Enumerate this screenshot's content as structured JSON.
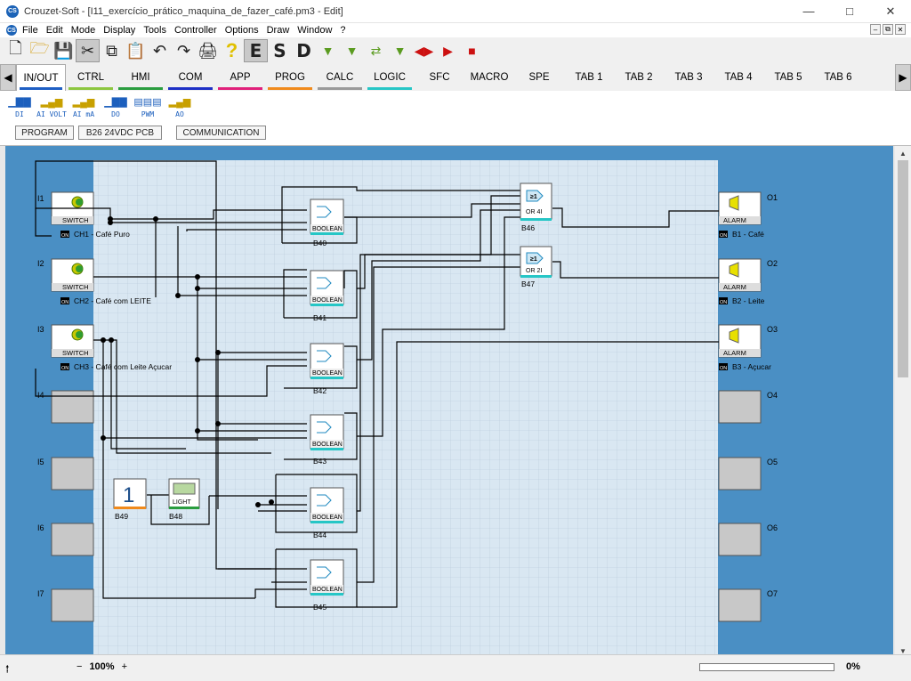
{
  "window": {
    "title": "Crouzet-Soft - [I11_exercício_prático_maquina_de_fazer_café.pm3 - Edit]",
    "logo_text": "CS"
  },
  "menu": {
    "items": [
      "File",
      "Edit",
      "Mode",
      "Display",
      "Tools",
      "Controller",
      "Options",
      "Draw",
      "Window",
      "?"
    ]
  },
  "toolbar": {
    "letters": [
      "E",
      "S",
      "D"
    ]
  },
  "tabs": [
    {
      "label": "IN/OUT",
      "color": "#1f5fc4"
    },
    {
      "label": "CTRL",
      "color": "#8cc63f"
    },
    {
      "label": "HMI",
      "color": "#2a9d3f"
    },
    {
      "label": "COM",
      "color": "#1d2fc5"
    },
    {
      "label": "APP",
      "color": "#e0207a"
    },
    {
      "label": "PROG",
      "color": "#f08a1c"
    },
    {
      "label": "CALC",
      "color": "#9a9a9a"
    },
    {
      "label": "LOGIC",
      "color": "#26c6c6"
    },
    {
      "label": "SFC",
      "color": ""
    },
    {
      "label": "MACRO",
      "color": ""
    },
    {
      "label": "SPE",
      "color": ""
    },
    {
      "label": "TAB 1",
      "color": ""
    },
    {
      "label": "TAB 2",
      "color": ""
    },
    {
      "label": "TAB 3",
      "color": ""
    },
    {
      "label": "TAB 4",
      "color": ""
    },
    {
      "label": "TAB 5",
      "color": ""
    },
    {
      "label": "TAB 6",
      "color": ""
    }
  ],
  "palette": [
    {
      "label": "DI",
      "icon": "digital-input-icon"
    },
    {
      "label": "AI VOLT",
      "icon": "analog-volt-icon"
    },
    {
      "label": "AI mA",
      "icon": "analog-ma-icon"
    },
    {
      "label": "DO",
      "icon": "digital-output-icon"
    },
    {
      "label": "PWM",
      "icon": "pwm-icon"
    },
    {
      "label": "AO",
      "icon": "analog-output-icon"
    }
  ],
  "context_buttons": [
    "PROGRAM",
    "B26 24VDC PCB",
    "COMMUNICATION"
  ],
  "diagram": {
    "inputs": [
      {
        "id": "I1",
        "block": "SWITCH",
        "state": "ON",
        "label": "CH1 - Café Puro"
      },
      {
        "id": "I2",
        "block": "SWITCH",
        "state": "ON",
        "label": "CH2 - Café com LEITE"
      },
      {
        "id": "I3",
        "block": "SWITCH",
        "state": "ON",
        "label": "CH3 - Café com Leite Açucar"
      },
      {
        "id": "I4"
      },
      {
        "id": "I5"
      },
      {
        "id": "I6"
      },
      {
        "id": "I7"
      }
    ],
    "outputs": [
      {
        "id": "O1",
        "block": "ALARM",
        "state": "ON",
        "label": "B1 - Café"
      },
      {
        "id": "O2",
        "block": "ALARM",
        "state": "ON",
        "label": "B2 - Leite"
      },
      {
        "id": "O3",
        "block": "ALARM",
        "state": "ON",
        "label": "B3 - Açucar"
      },
      {
        "id": "O4"
      },
      {
        "id": "O5"
      },
      {
        "id": "O6"
      },
      {
        "id": "O7"
      }
    ],
    "boolean_blocks": [
      {
        "id": "B40",
        "label": "BOOLEAN"
      },
      {
        "id": "B41",
        "label": "BOOLEAN"
      },
      {
        "id": "B42",
        "label": "BOOLEAN"
      },
      {
        "id": "B43",
        "label": "BOOLEAN"
      },
      {
        "id": "B44",
        "label": "BOOLEAN"
      },
      {
        "id": "B45",
        "label": "BOOLEAN"
      }
    ],
    "or_blocks": [
      {
        "id": "B46",
        "symbol": "≥1",
        "label": "OR 4I"
      },
      {
        "id": "B47",
        "symbol": "≥1",
        "label": "OR 2I"
      }
    ],
    "const_block": {
      "id": "B49",
      "value": "1"
    },
    "light_block": {
      "id": "B48",
      "label": "LIGHT"
    }
  },
  "status": {
    "zoom": "100%",
    "zoom_minus": "−",
    "zoom_plus": "+",
    "progress_percent": 0,
    "progress_text": "0%"
  }
}
